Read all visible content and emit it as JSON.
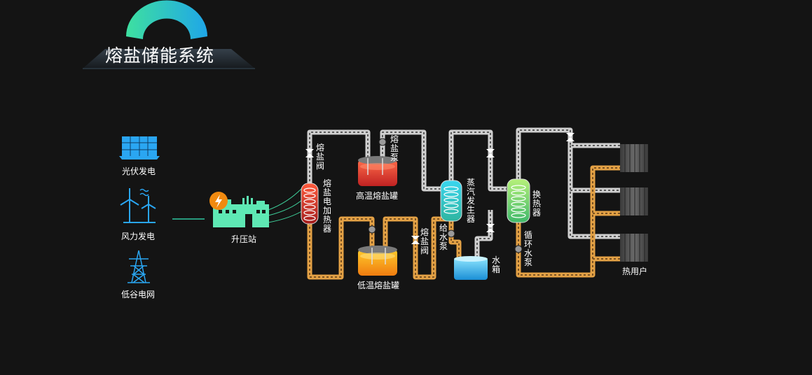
{
  "header": {
    "title": "熔盐储能系统"
  },
  "sources": {
    "solar": "光伏发电",
    "wind": "风力发电",
    "grid": "低谷电网"
  },
  "substation": "升压站",
  "labels": {
    "salt_valve_1": "熔盐阀",
    "salt_valve_2": "熔盐阀",
    "electric_heater": "熔盐电加热器",
    "salt_pump": "熔盐泵",
    "high_temp_tank": "高温熔盐罐",
    "low_temp_tank": "低温熔盐罐",
    "steam_generator": "蒸汽发生器",
    "feed_water_pump": "给水泵",
    "water_tank": "水箱",
    "heat_exchanger": "换热器",
    "circulating_pump": "循环水泵",
    "heat_user": "热用户"
  },
  "colors": {
    "hot_pipe": "#c9c9c9",
    "cold_pipe": "#e3a145",
    "substation": "#5ee8b4",
    "icon_blue": "#2aa6f2",
    "high_tank": "#e8473a",
    "low_tank": "#f3a21b",
    "water": "#4cc6f2",
    "steam_gen": "#34c8c0",
    "exchanger": "#8fdc6a"
  }
}
